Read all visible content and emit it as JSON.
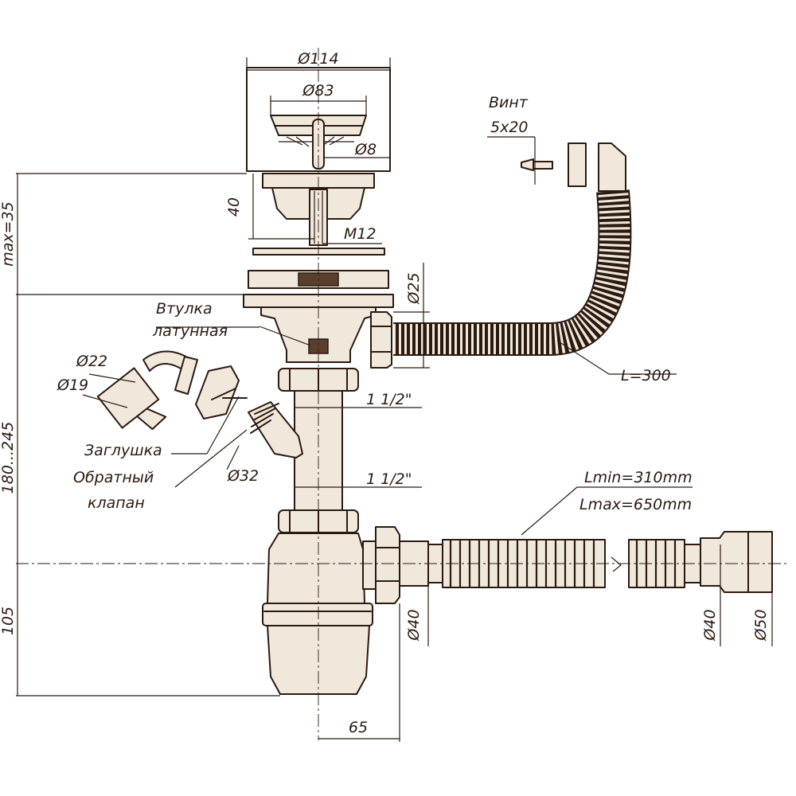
{
  "dimensions": {
    "d114": "Ø114",
    "d83": "Ø83",
    "d8": "Ø8",
    "h40": "40",
    "m12": "M12",
    "d25": "Ø25",
    "max35": "max=35",
    "range": "180...245",
    "h105": "105",
    "w65": "65",
    "d22": "Ø22",
    "d19": "Ø19",
    "d32": "Ø32",
    "thread1": "1 1/2\"",
    "thread2": "1 1/2\"",
    "d40_trap": "Ø40",
    "d40_hose": "Ø40",
    "d50": "Ø50"
  },
  "labels": {
    "screw_1": "Винт",
    "screw_2": "5x20",
    "bush_1": "Втулка",
    "bush_2": "латунная",
    "plug": "Заглушка",
    "valve_1": "Обратный",
    "valve_2": "клапан",
    "overflow_len": "L=300",
    "hose_min": "Lmin=310mm",
    "hose_max": "Lmax=650mm"
  },
  "colors": {
    "ink": "#2b1a10",
    "part_fill": "#f1e8dc",
    "dark_fill": "#5a3f2c"
  }
}
